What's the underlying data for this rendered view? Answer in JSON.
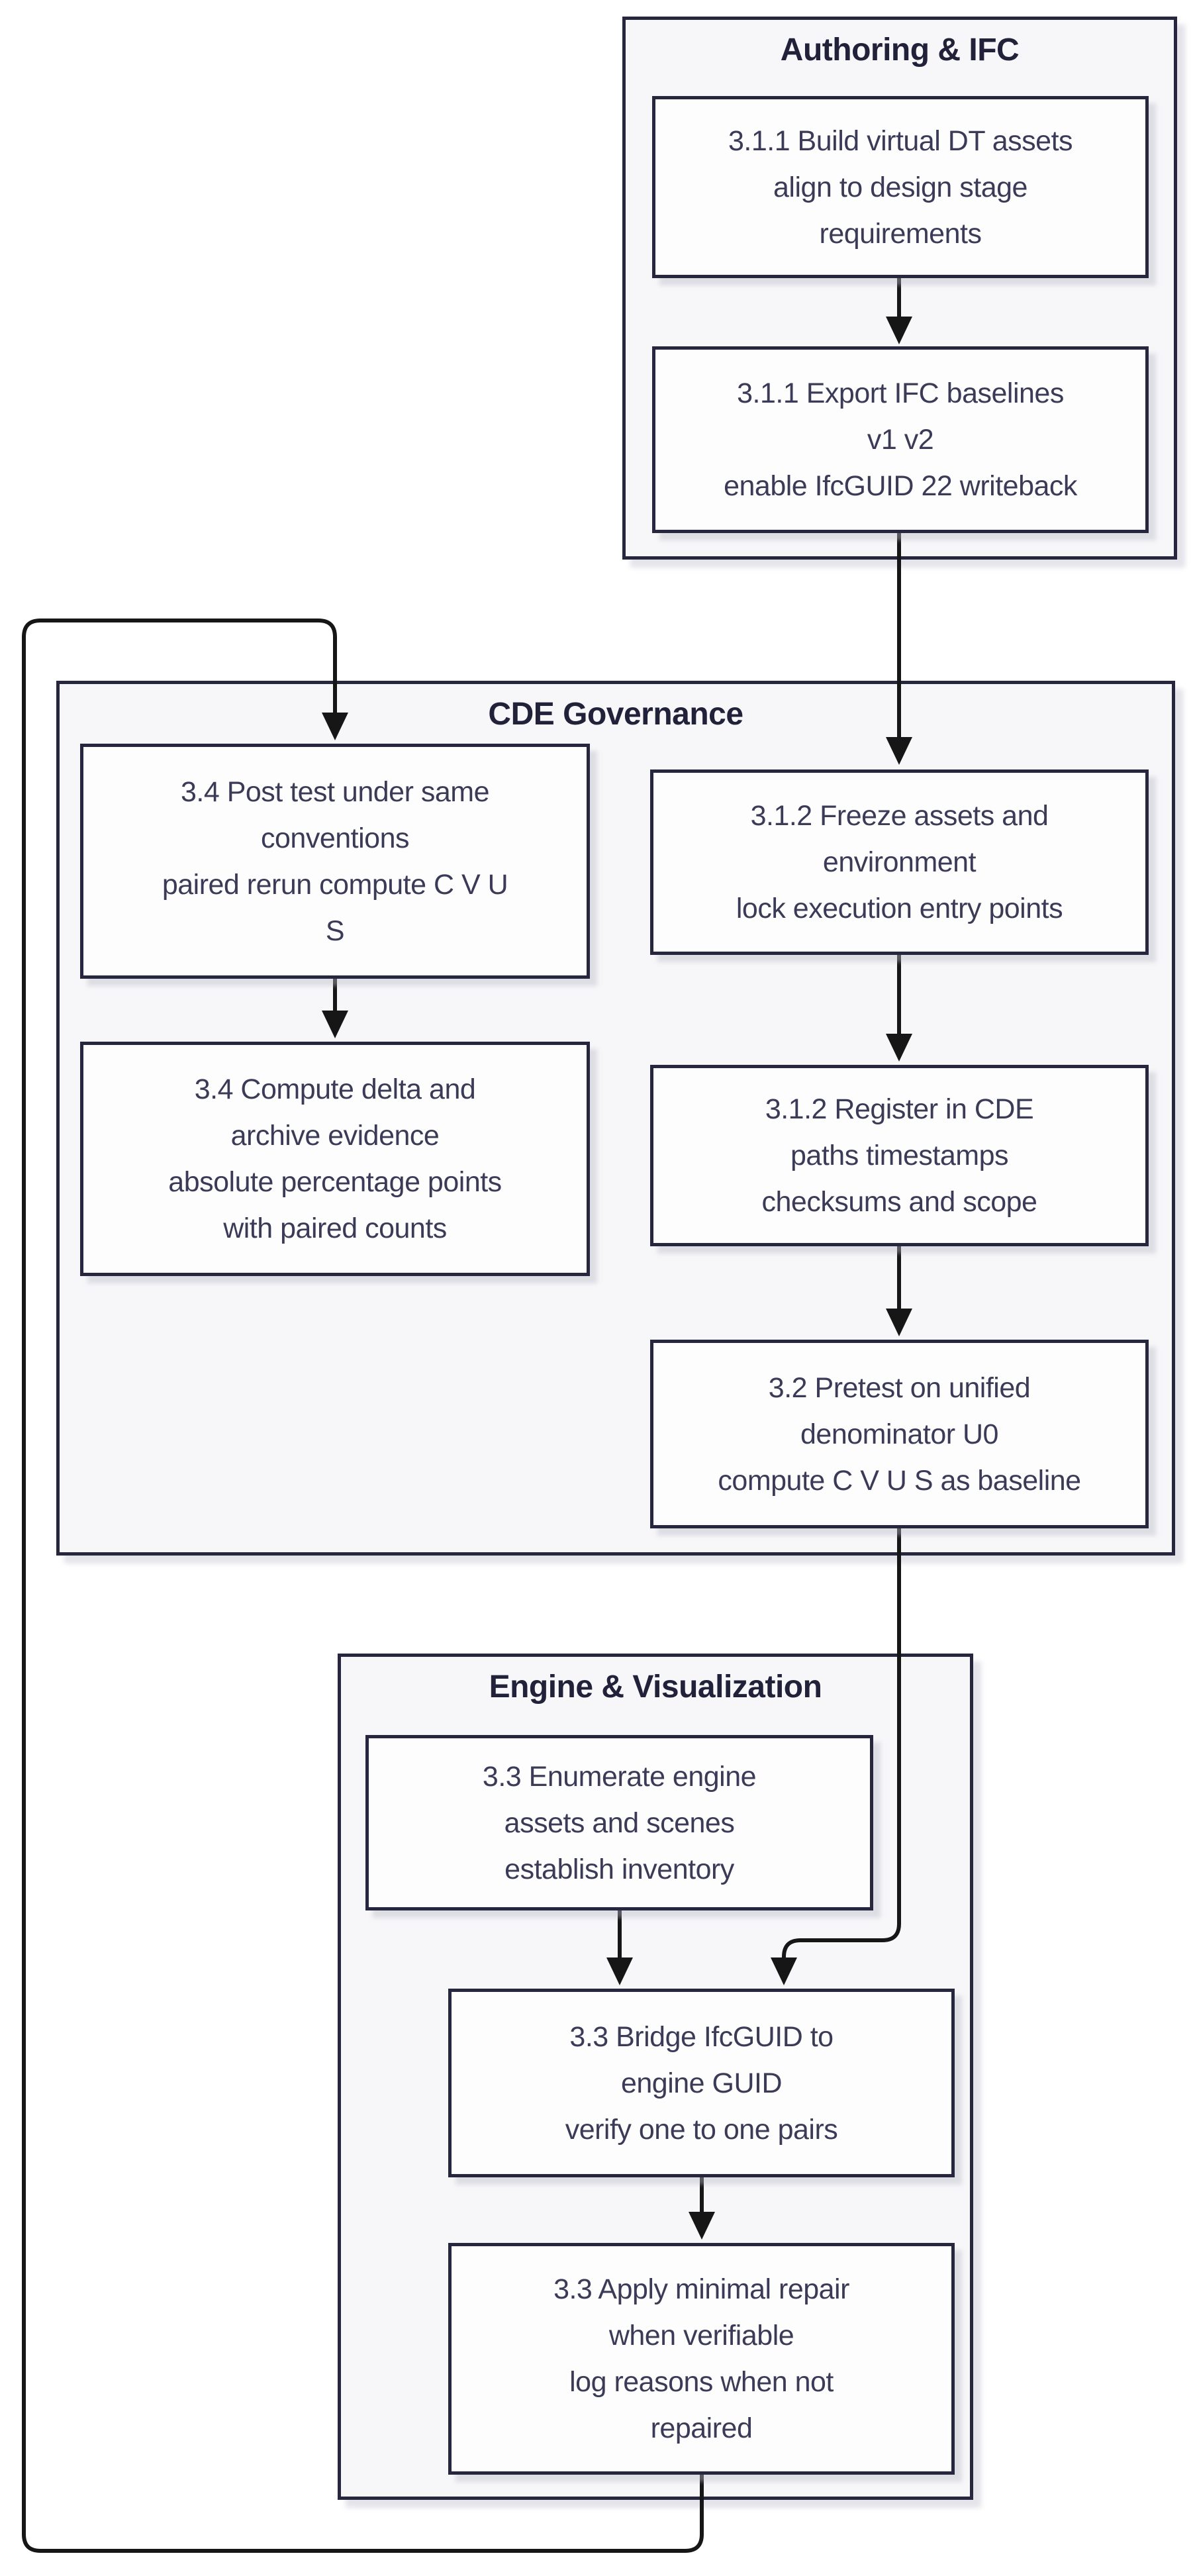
{
  "colors": {
    "node_border": "#26263f",
    "node_fill": "#fdfdfe",
    "group_fill": "#f7f7f9",
    "group_border": "#26263f",
    "connector": "#161616",
    "text": "#3b3b58"
  },
  "groups": {
    "authoring": {
      "title": "Authoring & IFC"
    },
    "cde": {
      "title": "CDE Governance"
    },
    "engine": {
      "title": "Engine & Visualization"
    }
  },
  "nodes": {
    "build": {
      "lines": [
        "3.1.1 Build virtual DT assets",
        "align to design stage",
        "requirements"
      ]
    },
    "export": {
      "lines": [
        "3.1.1 Export IFC baselines",
        "v1 v2",
        "enable IfcGUID 22 writeback"
      ]
    },
    "posttest": {
      "lines": [
        "3.4 Post test under same",
        "conventions",
        "paired rerun compute C V U",
        "S"
      ]
    },
    "freeze": {
      "lines": [
        "3.1.2 Freeze assets and",
        "environment",
        "lock execution entry points"
      ]
    },
    "delta": {
      "lines": [
        "3.4 Compute delta and",
        "archive evidence",
        "absolute percentage points",
        "with paired counts"
      ]
    },
    "register": {
      "lines": [
        "3.1.2 Register in CDE",
        "paths timestamps",
        "checksums and scope"
      ]
    },
    "pretest": {
      "lines": [
        "3.2 Pretest on unified",
        "denominator U0",
        "compute C V U S as baseline"
      ]
    },
    "enumerate": {
      "lines": [
        "3.3 Enumerate engine",
        "assets and scenes",
        "establish inventory"
      ]
    },
    "bridge": {
      "lines": [
        "3.3 Bridge IfcGUID to",
        "engine GUID",
        "verify one to one pairs"
      ]
    },
    "apply": {
      "lines": [
        "3.3 Apply minimal repair",
        "when verifiable",
        "log reasons when not",
        "repaired"
      ]
    }
  }
}
